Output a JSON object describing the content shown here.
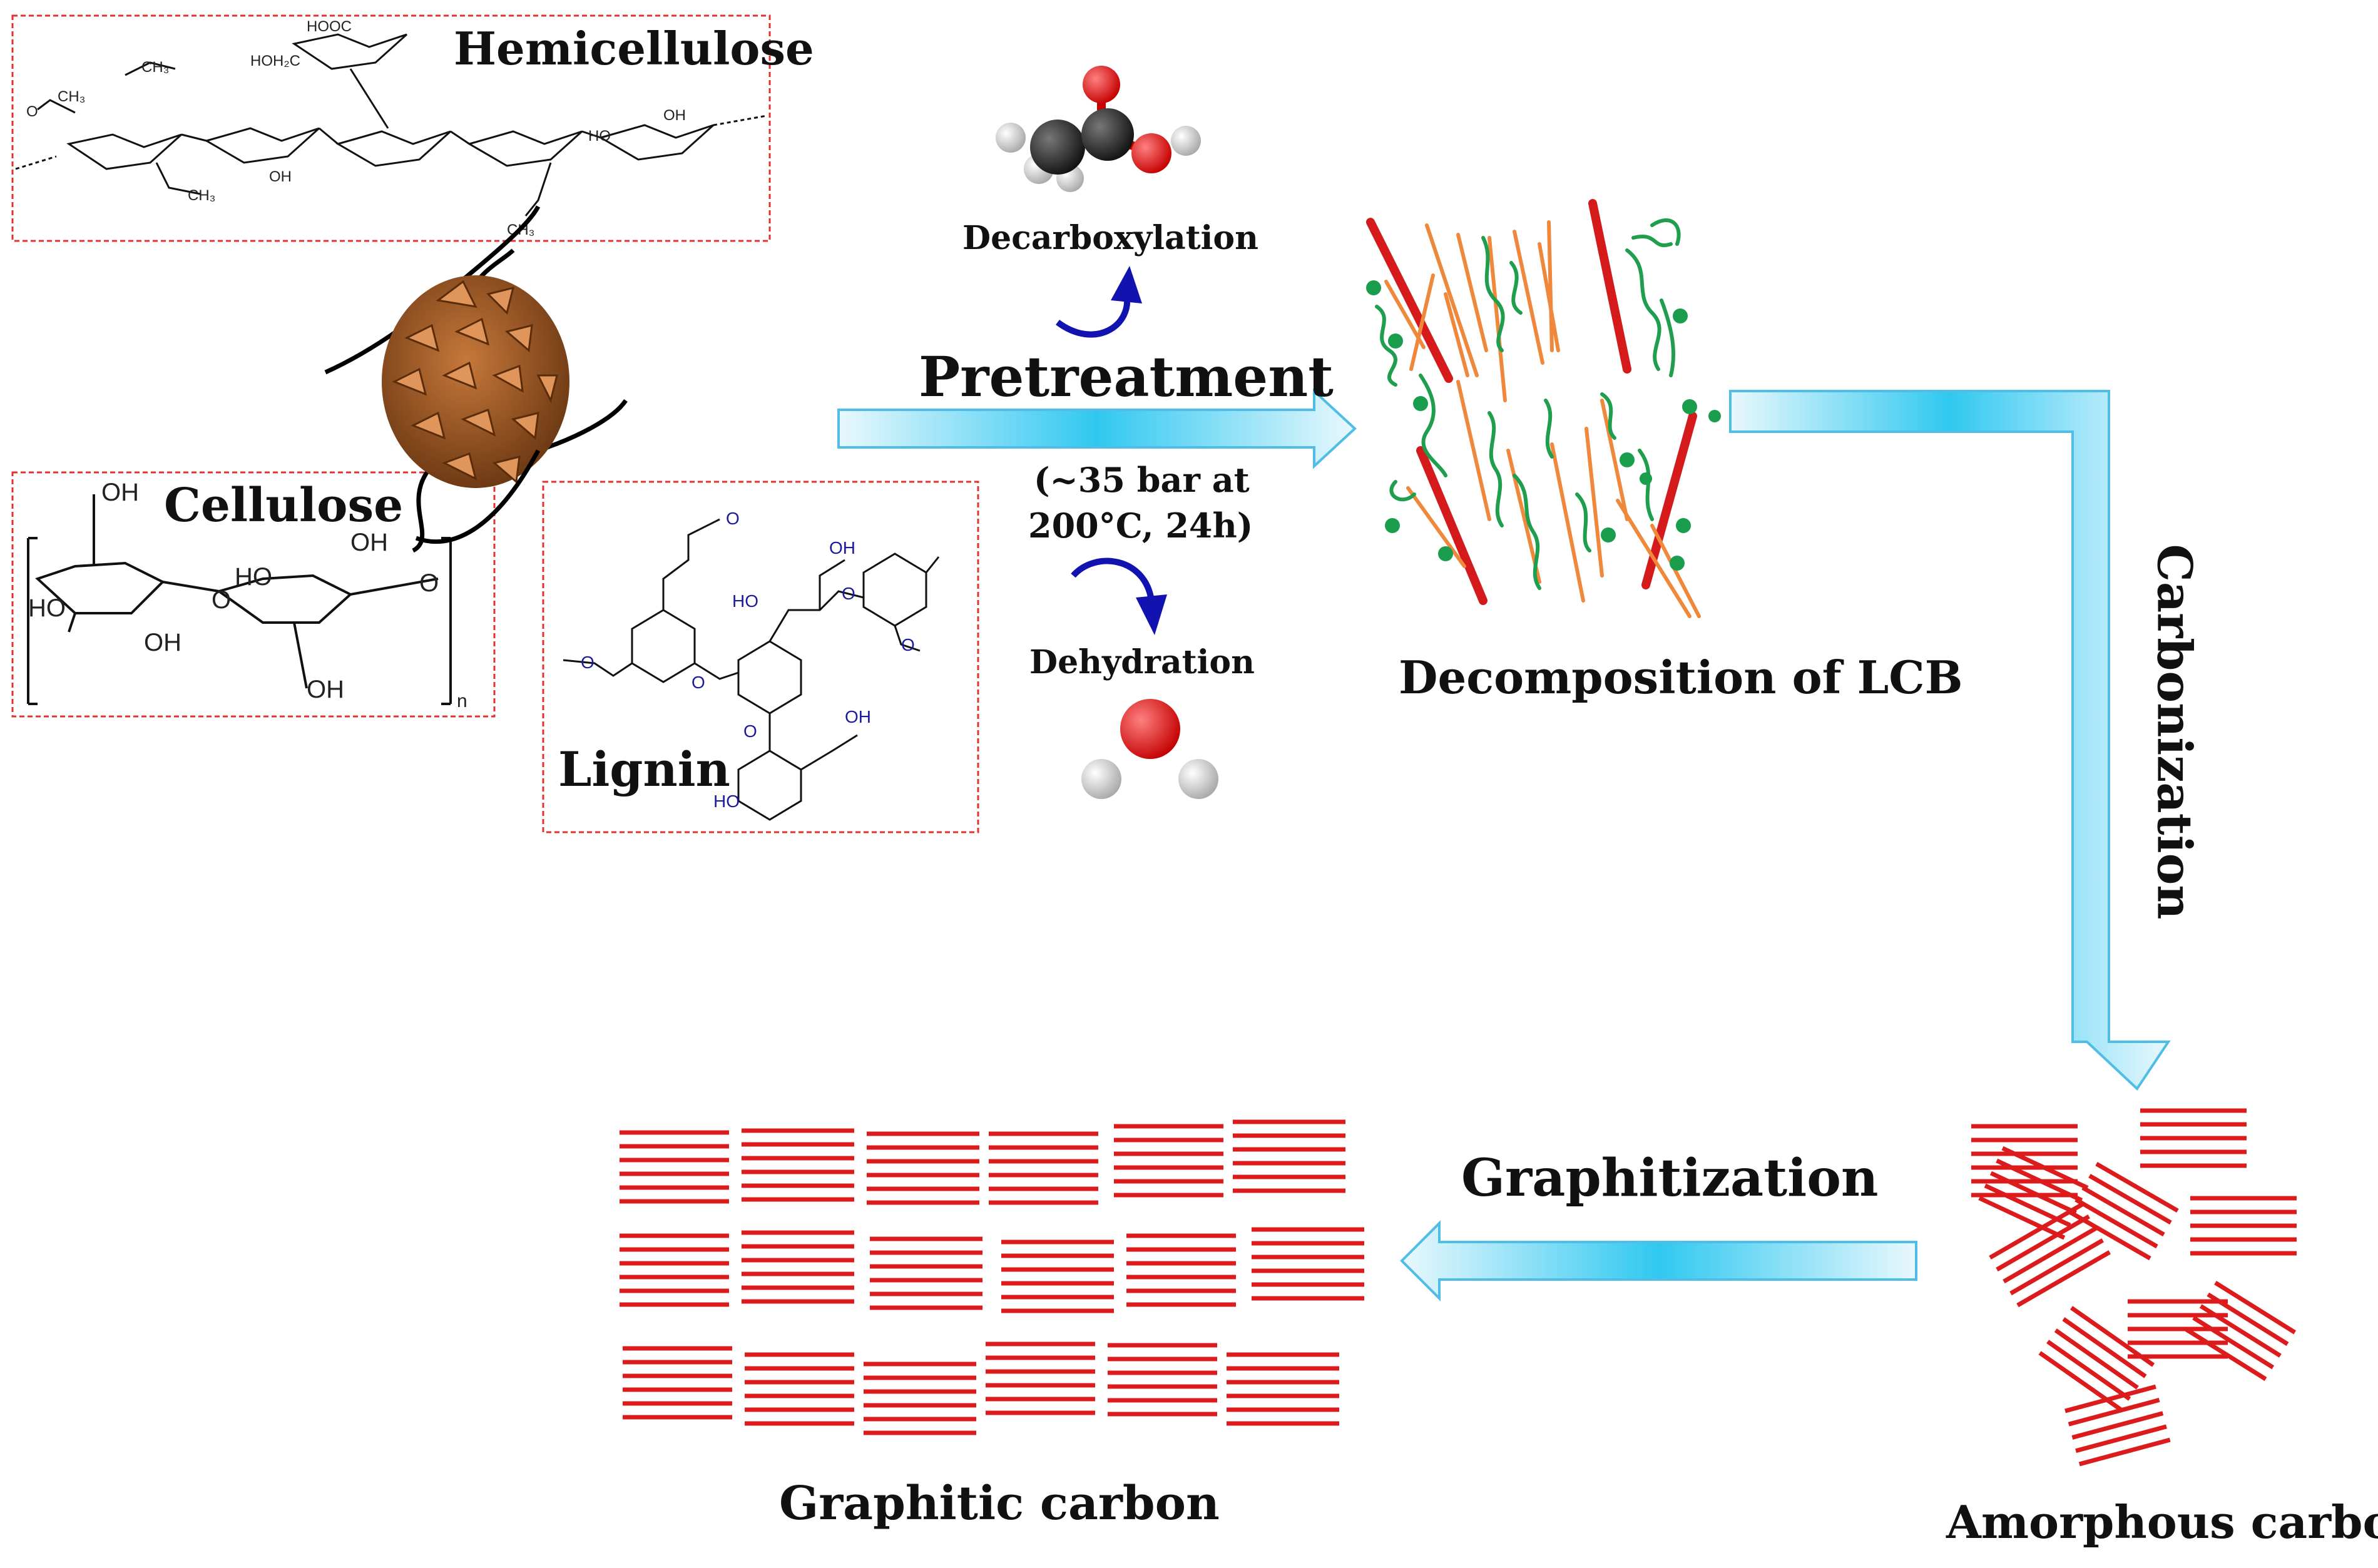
{
  "colors": {
    "arrow_fill_light": "#e9f8fd",
    "arrow_fill_core": "#30c8f0",
    "arrow_stroke": "#4fbde6",
    "graphite_red": "#dc1c1c",
    "fiber_red": "#d41a1a",
    "fiber_orange": "#f0883c",
    "fiber_green": "#1f9e4e",
    "box_border": "#e53030",
    "curved_arrow": "#1212b0",
    "lignin_blue": "#1a1aa0"
  },
  "labels": {
    "hemicellulose": "Hemicellulose",
    "cellulose": "Cellulose",
    "lignin": "Lignin",
    "decarboxylation": "Decarboxylation",
    "pretreatment": "Pretreatment",
    "conditions_line1": "(~35 bar at",
    "conditions_line2": "200°C, 24h)",
    "dehydration": "Dehydration",
    "decomposition": "Decomposition of LCB",
    "carbonization": "Carbonization",
    "graphitization": "Graphitization",
    "graphitic_carbon": "Graphitic carbon",
    "amorphous_carbon": "Amorphous carbon"
  },
  "chem_text": {
    "oh": "OH",
    "ho": "HO",
    "o": "O",
    "n": "n",
    "hooc": "HOOC",
    "hoh2c": "HOH₂C",
    "ch3": "CH₃"
  },
  "icons": {
    "pinecone": "pinecone-icon",
    "acetic_acid": "acetic-acid-molecule-icon",
    "water": "water-molecule-icon"
  }
}
